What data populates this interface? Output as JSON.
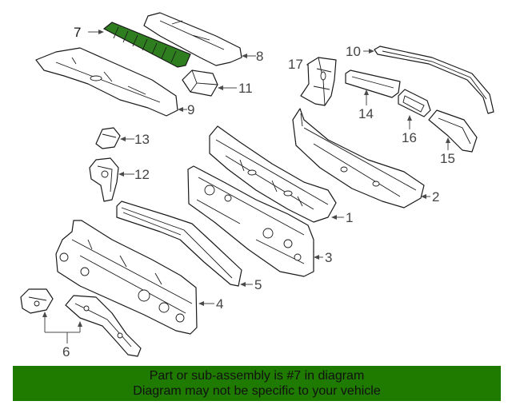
{
  "highlight_color": "#2e7d1f",
  "banner_color": "#1f7a00",
  "callouts": [
    "7",
    "8",
    "9",
    "11",
    "13",
    "12",
    "10",
    "17",
    "14",
    "16",
    "15",
    "2",
    "1",
    "3",
    "5",
    "4",
    "6"
  ],
  "banner": {
    "line1": "Part or sub-assembly is #7 in diagram",
    "line2": "Diagram may not be specific to your vehicle"
  }
}
